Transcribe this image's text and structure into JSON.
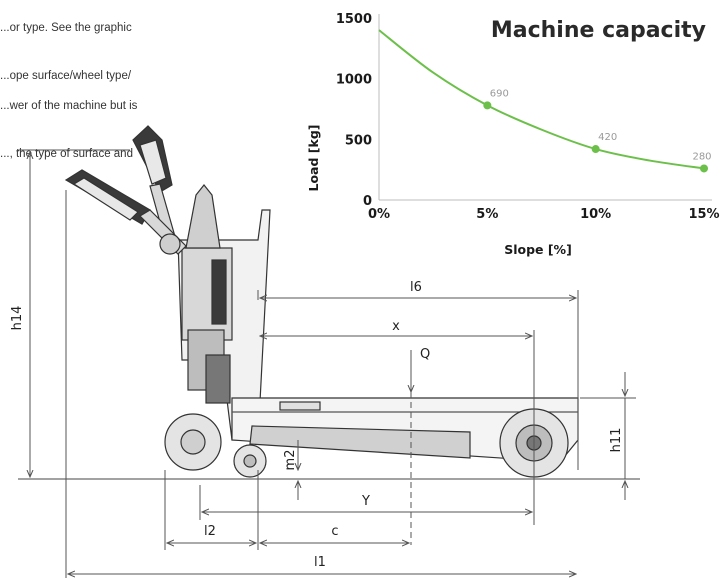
{
  "intro_text": {
    "p1_line1": "...or type. See the graphic",
    "p1_line2": "...ope surface/wheel type/",
    "p2_line1": "...wer of the machine but is",
    "p2_line2": "..., the type of surface and"
  },
  "chart_data": {
    "type": "line",
    "title": "Machine capacity",
    "xlabel": "Slope [%]",
    "ylabel": "Load [kg]",
    "x": [
      0,
      5,
      10,
      15
    ],
    "x_tick_labels": [
      "0%",
      "5%",
      "10%",
      "15%"
    ],
    "y_ticks": [
      0,
      500,
      1000,
      1500
    ],
    "xlim": [
      0,
      15
    ],
    "ylim": [
      0,
      1500
    ],
    "grid": false,
    "series": [
      {
        "color": "#6cc04a",
        "curve": [
          [
            0,
            1400
          ],
          [
            2.5,
            1050
          ],
          [
            5,
            780
          ],
          [
            7.5,
            580
          ],
          [
            10,
            420
          ],
          [
            12.5,
            325
          ],
          [
            15,
            260
          ]
        ],
        "markers": [
          [
            5,
            780
          ],
          [
            10,
            420
          ],
          [
            15,
            260
          ]
        ],
        "marker_labels": [
          "690",
          "420",
          "280"
        ]
      }
    ]
  },
  "drawing": {
    "dimensions": {
      "h14": "h14",
      "l6": "l6",
      "x": "x",
      "q": "Q",
      "h11": "h11",
      "m2": "m2",
      "y": "Y",
      "l2": "l2",
      "c": "c",
      "l1": "l1"
    },
    "colors": {
      "line": "#444444",
      "dim": "#555555",
      "body": "#9a9a9a"
    }
  }
}
